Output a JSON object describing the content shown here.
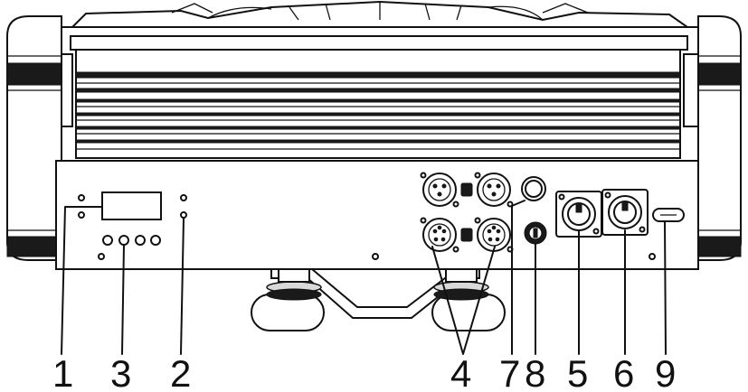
{
  "callouts": [
    {
      "id": "1",
      "label": "1"
    },
    {
      "id": "3",
      "label": "3"
    },
    {
      "id": "2",
      "label": "2"
    },
    {
      "id": "4",
      "label": "4"
    },
    {
      "id": "7",
      "label": "7"
    },
    {
      "id": "8",
      "label": "8"
    },
    {
      "id": "5",
      "label": "5"
    },
    {
      "id": "6",
      "label": "6"
    },
    {
      "id": "9",
      "label": "9"
    }
  ]
}
